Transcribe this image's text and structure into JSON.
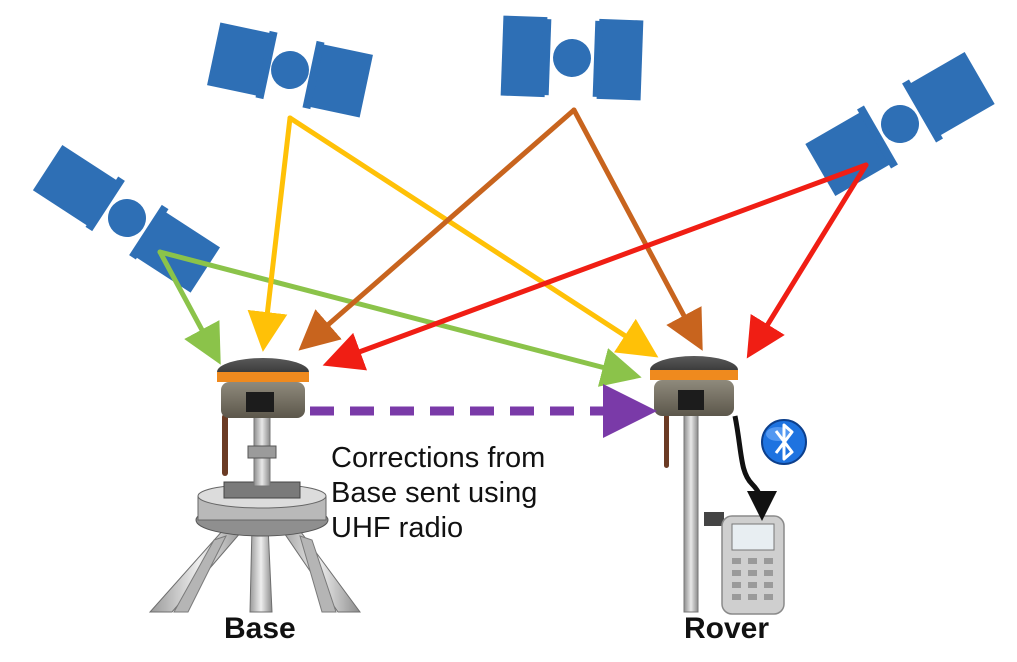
{
  "caption_lines": [
    "Corrections from",
    "Base sent using",
    "UHF radio"
  ],
  "labels": {
    "base": "Base",
    "rover": "Rover"
  },
  "colors": {
    "satellite": "#2e6fb5",
    "signal_green": "#8bc34a",
    "signal_yellow": "#ffc107",
    "signal_orange": "#c8641e",
    "signal_red": "#f01e14",
    "correction_purple": "#7a3aa8",
    "bluetooth": "#1e73e0"
  },
  "icons": {
    "satellite": "satellite-icon",
    "bluetooth": "bluetooth-icon",
    "receiver": "gnss-receiver-icon",
    "controller": "handheld-controller-icon"
  }
}
